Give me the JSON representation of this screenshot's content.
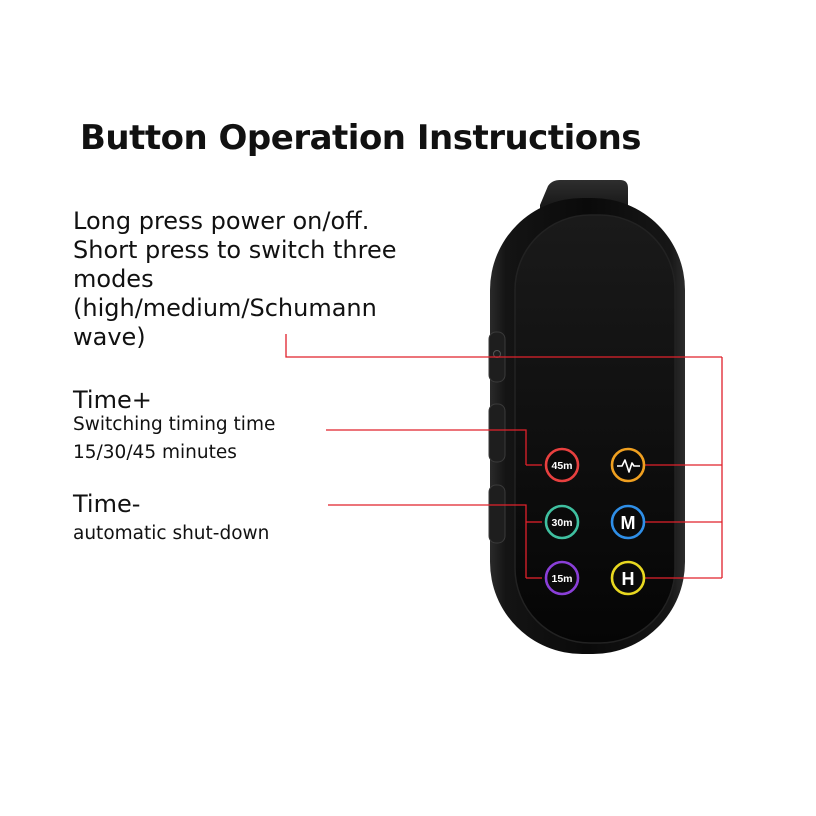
{
  "title": "Button Operation Instructions",
  "power_label": {
    "lines": [
      "Long press power on/off.",
      "Short press to switch three",
      "modes",
      "(high/medium/Schumann",
      "wave)"
    ]
  },
  "time_plus": {
    "title": "Time+",
    "desc_line1": "Switching timing time",
    "desc_line2": "15/30/45 minutes"
  },
  "time_minus": {
    "title": "Time-",
    "desc": "automatic shut-down"
  },
  "indicators": {
    "timer_45": "45m",
    "timer_30": "30m",
    "timer_15": "15m",
    "mode_medium": "M",
    "mode_high": "H",
    "mode_wave_icon": "pulse-wave-icon"
  },
  "colors": {
    "callout_line": "#e0212b",
    "ring_45m": "#e8403f",
    "ring_30m": "#3fc0a0",
    "ring_15m": "#8a3fd8",
    "ring_wave": "#f0a020",
    "ring_m": "#2f8fe8",
    "ring_h": "#e8d820",
    "device_body": "#0b0b0b"
  }
}
